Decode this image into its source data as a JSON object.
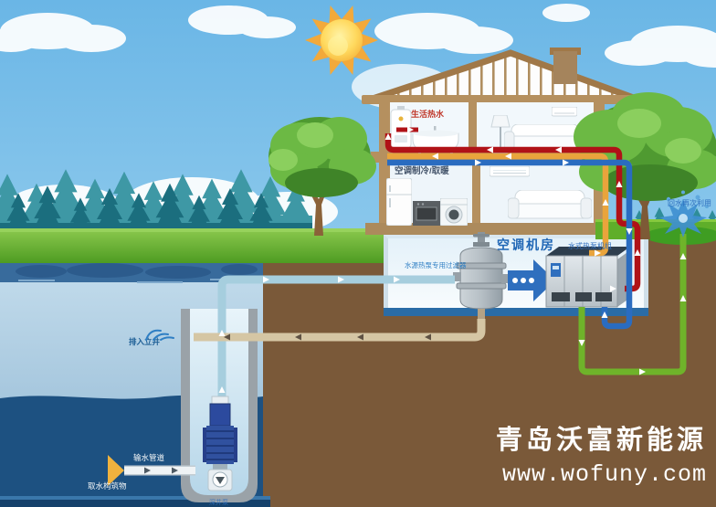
{
  "labels": {
    "domestic_hot_water": "生活热水",
    "ac_cooling_heating": "空调制冷/取暖",
    "machine_room": "空调机房",
    "heat_pump_unit": "水式热泵机组",
    "filter": "水源热泵专用过滤器",
    "water_reuse": "回水再次利用",
    "inject_well": "排入立井",
    "water_pipeline": "输水管道",
    "intake_structure": "取水构筑物",
    "deep_well_pump": "深井泵"
  },
  "watermark": {
    "company": "青岛沃富新能源",
    "website": "www.wofuny.com"
  },
  "colors": {
    "hot_water_pipe": "#b01217",
    "warm_supply_pipe": "#e9a43c",
    "chilled_pipe": "#2a6cc0",
    "reuse_pipe": "#6fb32a",
    "source_water_pipe": "#a6cede",
    "return_pipe": "#d5c6a4",
    "intake_pipe": "#eff3f5",
    "label_blue": "#2f6fbe",
    "label_red": "#c0392b",
    "sky": "#79c0e8",
    "soil": "#7a5939",
    "lake_deep": "#1d5181"
  }
}
